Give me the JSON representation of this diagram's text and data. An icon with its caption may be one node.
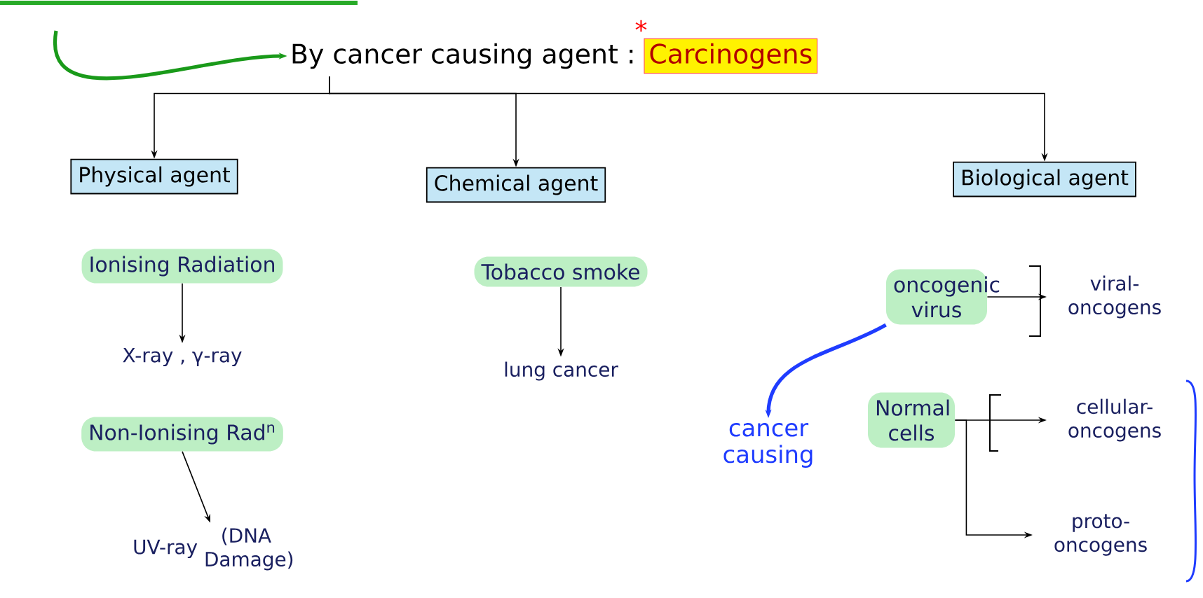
{
  "diagram": {
    "nodes": [
      {
        "text": [
          "By cancer causing agent :",
          "Carcinogens"
        ]
      },
      {
        "text": [
          "Physical agent"
        ]
      },
      {
        "text": [
          "Chemical agent"
        ]
      },
      {
        "text": [
          "Biological agent"
        ]
      },
      {
        "text": [
          "Ionising Radiation"
        ]
      },
      {
        "text": [
          "X-ray , γ-ray"
        ]
      },
      {
        "text": [
          "Non-Ionising Rad$^{n}$"
        ]
      },
      {
        "text": [
          "UV-ray",
          "(DNA Damage)"
        ]
      },
      {
        "text": [
          "Tobacco smoke"
        ]
      },
      {
        "text": [
          "lung cancer"
        ]
      },
      {
        "text": [
          "oncogenic virus"
        ]
      },
      {
        "text": [
          "viral-oncogens"
        ]
      },
      {
        "text": [
          "Normal cells"
        ]
      },
      {
        "text": [
          "cellular-oncogens"
        ]
      },
      {
        "text": [
          "proto-oncogens"
        ]
      },
      {
        "text": [
          "cancer causing"
        ]
      }
    ],
    "edges": [
      {
        "from": 0,
        "to": 1,
        "arrow": "to"
      },
      {
        "from": 0,
        "to": 2,
        "arrow": "to"
      },
      {
        "from": 0,
        "to": 3,
        "arrow": "to"
      },
      {
        "from": 4,
        "to": 5,
        "arrow": "to"
      },
      {
        "from": 6,
        "to": 7,
        "arrow": "to"
      },
      {
        "from": 8,
        "to": 9,
        "arrow": "to"
      },
      {
        "from": 10,
        "to": 11,
        "arrow": "to"
      },
      {
        "from": 12,
        "to": 13,
        "arrow": "to"
      },
      {
        "from": 12,
        "to": 14,
        "arrow": "to"
      },
      {
        "from": 10,
        "to": 15,
        "arrow": "to",
        "color": "#1f3cff",
        "style": "thick"
      },
      {
        "from": null,
        "to": 0,
        "arrow": "to",
        "color": "#1a9a1a",
        "style": "thick"
      }
    ],
    "labels": [
      "*"
    ]
  }
}
